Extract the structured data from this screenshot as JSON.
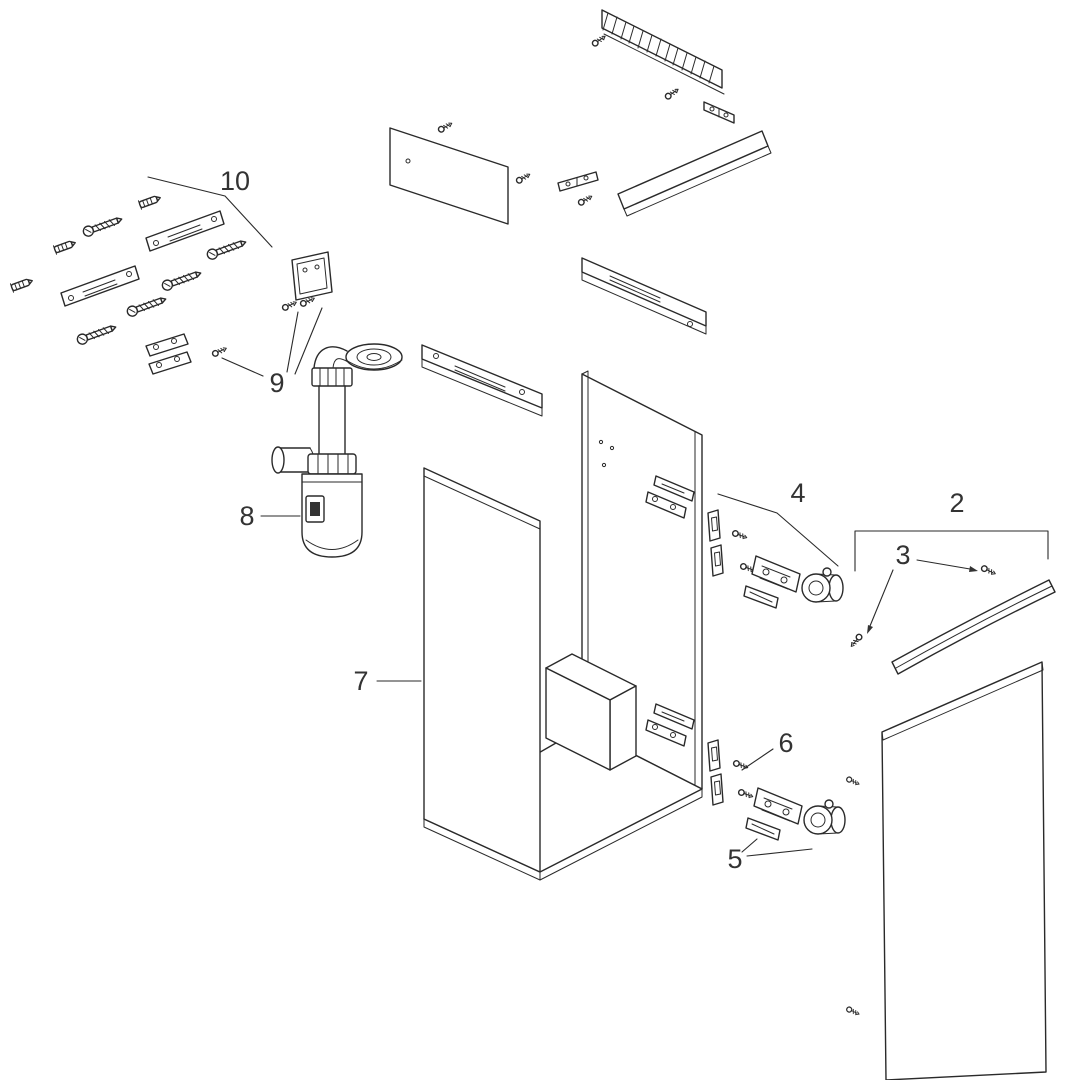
{
  "colors": {
    "background": "#ffffff",
    "line": "#2a2a2a",
    "label": "#333333"
  },
  "diagram": {
    "type": "exploded-parts-diagram",
    "labels": [
      {
        "text": "2"
      },
      {
        "text": "3"
      },
      {
        "text": "4"
      },
      {
        "text": "5"
      },
      {
        "text": "6"
      },
      {
        "text": "7"
      },
      {
        "text": "8"
      },
      {
        "text": "9"
      },
      {
        "text": "10"
      }
    ]
  }
}
